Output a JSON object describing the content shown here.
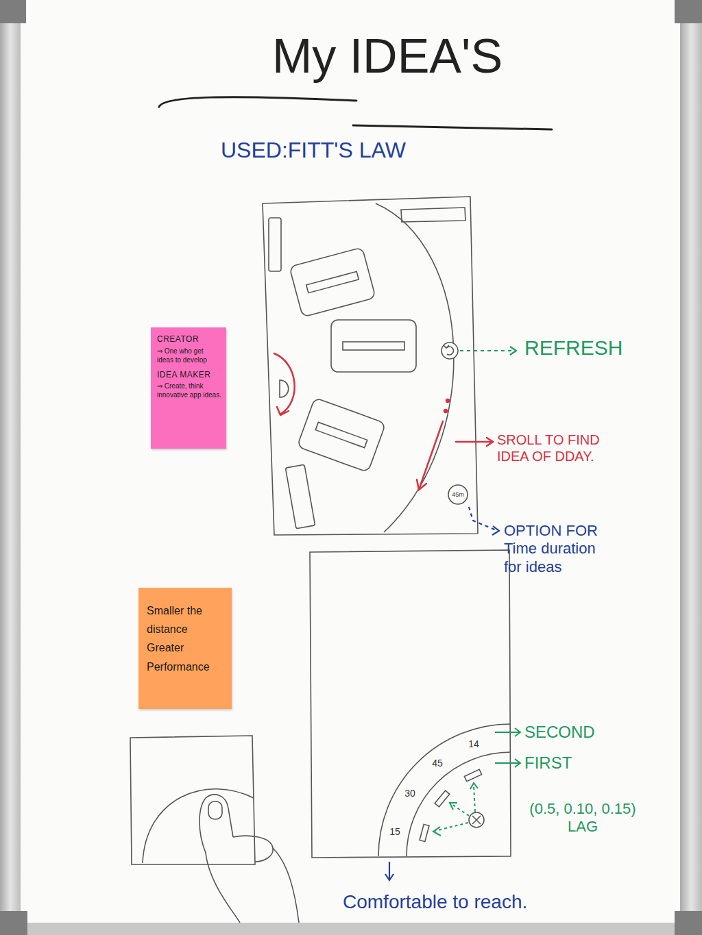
{
  "diagram": {
    "title": "My IDEA'S",
    "nodes": [
      {
        "text": [
          "CREATOR",
          "⇒ One who get ideas to develop",
          "IDEA MAKER",
          "⇒ Create, think innovative app ideas."
        ]
      },
      {
        "text": [
          "Smaller the distance Greater Performance"
        ]
      }
    ],
    "labels": [
      "USED:FITT'S LAW",
      "REFRESH",
      "SROLL TO FIND IDEA OF DDAY.",
      "OPTION FOR Time duration for ideas",
      "SECOND",
      "FIRST",
      "(0.5, 0.10, 0.15) LAG",
      "Comfortable to reach.",
      "14",
      "45",
      "30",
      "15",
      "45m"
    ]
  }
}
